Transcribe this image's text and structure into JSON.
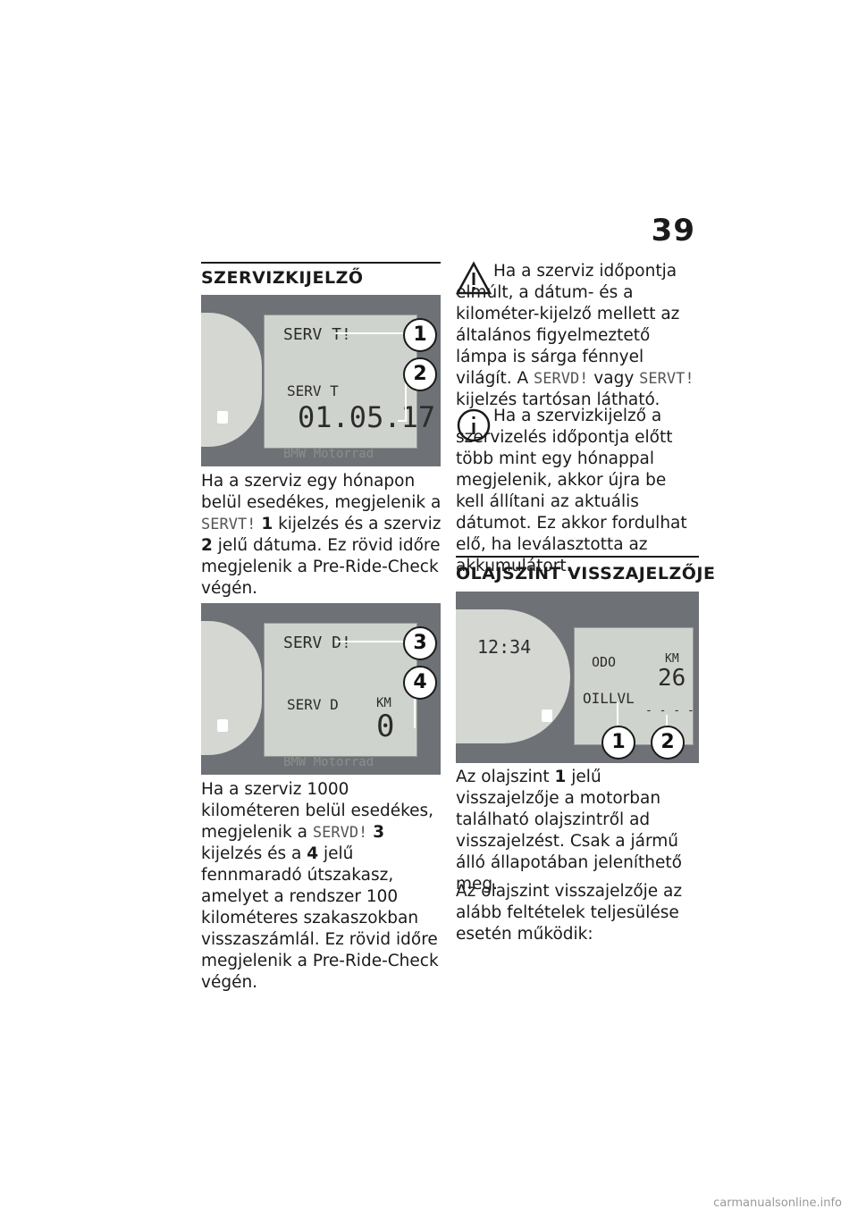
{
  "page": {
    "number": "39"
  },
  "left": {
    "heading": "SZERVIZKIJELZŐ",
    "fig1": {
      "display_top": "SERV T!",
      "display_mid": "SERV T",
      "display_date": "01.05.17",
      "callouts": [
        "1",
        "2"
      ],
      "brand_faint": "BMW Motorrad"
    },
    "para1": {
      "t1": "Ha a szerviz egy hónapon belül esedékes, megjelenik a ",
      "code": "SERVT!",
      "t2": " ",
      "n1": "1",
      "t3": " kijelzés és a szerviz ",
      "n2": "2",
      "t4": " jelű dátuma. Ez rövid időre megjelenik a Pre-Ride-Check végén."
    },
    "fig2": {
      "display_top": "SERV D!",
      "display_mid": "SERV D",
      "display_unit": "KM",
      "display_value": "0",
      "callouts": [
        "3",
        "4"
      ],
      "brand_faint": "BMW Motorrad"
    },
    "para2": {
      "t1": "Ha a szerviz 1000 kilométeren belül esedékes, megjelenik a ",
      "code": "SERVD!",
      "t2": " ",
      "n1": "3",
      "t3": " kijelzés és a ",
      "n2": "4",
      "t4": " jelű fennmaradó útszakasz, amelyet a rendszer 100 kilométeres szakaszokban visszaszámlál. Ez rövid időre megjelenik a Pre-Ride-Check végén."
    }
  },
  "right": {
    "warning": {
      "t1": "Ha a szerviz időpontja elmúlt, a dátum- és a kilométer-kijelző mellett az általános figyelmeztető lámpa is sárga fénnyel világít. A ",
      "code1": "SERVD!",
      "t2": " vagy ",
      "code2": "SERVT!",
      "t3": " kijelzés tartósan látható."
    },
    "info": {
      "text": "Ha a szervizkijelző a szervizelés időpontja előtt több mint egy hónappal megjelenik, akkor újra be kell állítani az aktuális dátumot. Ez akkor fordulhat elő, ha leválasztotta az akkumulátort."
    },
    "heading": "OLAJSZINT VISSZAJELZŐJE",
    "fig3": {
      "clock": "12:34",
      "odo_label": "ODO",
      "odo_unit": "KM",
      "odo_value": "26",
      "oil_label": "OILLVL",
      "oil_value": "- - - -",
      "callouts": [
        "1",
        "2"
      ]
    },
    "para1": {
      "t1": "Az olajszint ",
      "n1": "1",
      "t2": " jelű visszajelzője a motorban található olajszintről ad visszajelzést. Csak a jármű álló állapotában jeleníthető meg."
    },
    "para2": {
      "text": "Az olajszint visszajelzője az alább feltételek teljesülése esetén működik:"
    }
  },
  "footer": {
    "watermark": "carmanualsonline.info"
  }
}
